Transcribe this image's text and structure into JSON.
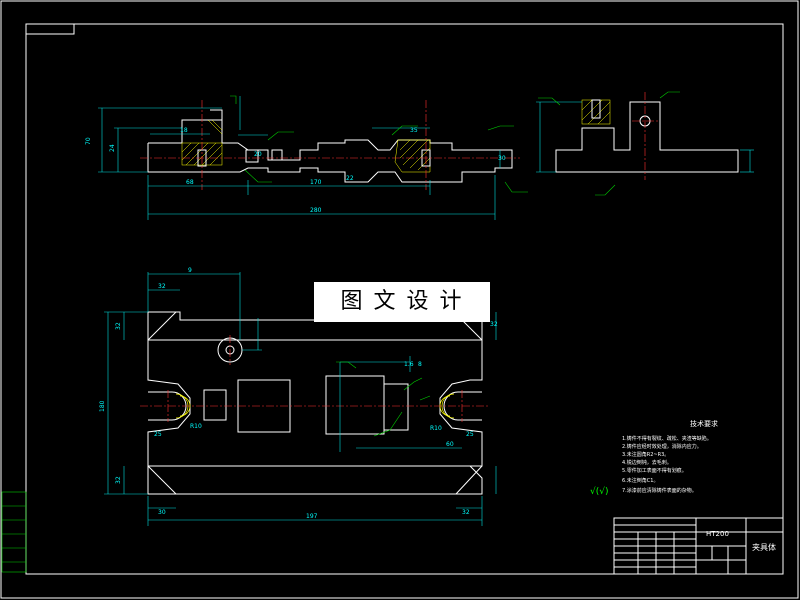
{
  "watermark": {
    "text": "图 文 设 计"
  },
  "top_view": {
    "dims": {
      "height_total": "70",
      "height_body": "24",
      "left_len": "68",
      "center_len": "170",
      "overall": "280",
      "d_a": "18",
      "d_b": "20",
      "d_c": "22",
      "d_d": "30",
      "d_e": "35"
    }
  },
  "plan_view": {
    "dims": {
      "offset_top": "9",
      "corner_tl": "32",
      "corner_tr": "32",
      "side_top": "32",
      "side_bot": "32",
      "height": "180",
      "bottom_left": "30",
      "bottom_right": "32",
      "width": "197",
      "slot_l": "25",
      "slot_r": "25",
      "center_gap": "60",
      "r_left": "R10",
      "r_right": "R10",
      "tol_a": "1.6",
      "tol_b": "8"
    }
  },
  "tech": {
    "title": "技术要求",
    "notes": [
      "1.铸件不得有裂纹、疏松、夹渣等缺陷。",
      "2.铸件应经时效处理，消除内应力。",
      "3.未注圆角R2~R3。",
      "4.锐边倒钝，去毛刺。",
      "5.零件加工表面不得有划痕。",
      "6.未注倒角C1。",
      "7.涂漆前应清除铸件表面的杂物。"
    ],
    "roughness_symbol": "√(√)"
  },
  "title_block": {
    "material": "HT200",
    "part_name": "夹具体"
  },
  "side_stamp": [
    "",
    "",
    "",
    "",
    ""
  ]
}
